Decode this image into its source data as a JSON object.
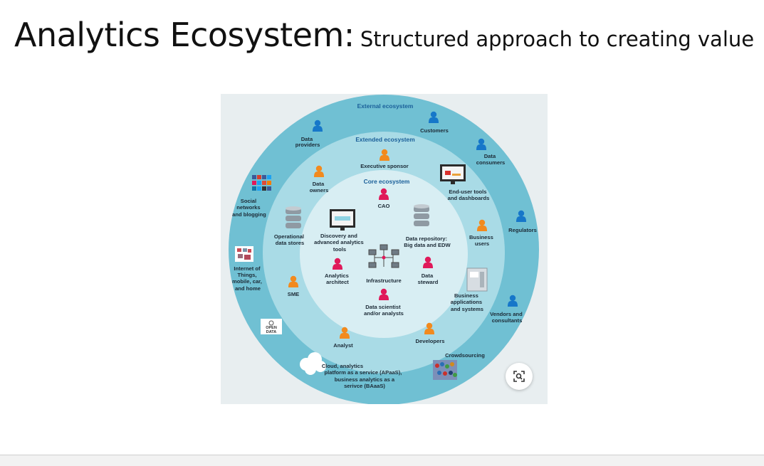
{
  "slide": {
    "title": "Analytics Ecosystem:",
    "subtitle": "Structured approach to creating value"
  },
  "diagram": {
    "rings": {
      "external": "External ecosystem",
      "extended": "Extended ecosystem",
      "core": "Core ecosystem"
    },
    "external_items": {
      "data_providers": [
        "Data",
        "providers"
      ],
      "customers": [
        "Customers"
      ],
      "data_consumers": [
        "Data",
        "consumers"
      ],
      "regulators": [
        "Regulators"
      ],
      "vendors": [
        "Vendors and",
        "consultants"
      ],
      "crowdsourcing": [
        "Crowdsourcing"
      ],
      "cloud": [
        "Cloud, analytics",
        "platform as a service (APaaS),",
        "business analytics as a",
        "serivce (BAaaS)"
      ],
      "open_data": [
        "OPEN",
        "DATA"
      ],
      "iot": [
        "Internet of",
        "Things,",
        "mobile, car,",
        "and home"
      ],
      "social": [
        "Social",
        "networks",
        "and blogging"
      ]
    },
    "extended_items": {
      "executive_sponsor": [
        "Executive sponsor"
      ],
      "end_user_tools": [
        "End-user tools",
        "and dashboards"
      ],
      "business_users": [
        "Business",
        "users"
      ],
      "business_apps": [
        "Business",
        "applications",
        "and systems"
      ],
      "developers": [
        "Developers"
      ],
      "analyst": [
        "Analyst"
      ],
      "sme": [
        "SME"
      ],
      "operational_stores": [
        "Operational",
        "data stores"
      ],
      "data_owners": [
        "Data",
        "owners"
      ]
    },
    "core_items": {
      "cao": [
        "CAO"
      ],
      "discovery_tools": [
        "Discovery and",
        "advanced analytics",
        "tools"
      ],
      "data_repository": [
        "Data repository:",
        "Big data and EDW"
      ],
      "analytics_architect": [
        "Analytics",
        "architect"
      ],
      "infrastructure": [
        "Infrastructure"
      ],
      "data_steward": [
        "Data",
        "steward"
      ],
      "data_scientist": [
        "Data scientist",
        "and/or analysts"
      ]
    },
    "colors": {
      "outer_ring": "#70c0d3",
      "middle_ring": "#a9dbe6",
      "core": "#d8eef3",
      "ring_title": "#1a5f99",
      "external_person": "#1677c9",
      "extended_person": "#f28a1e",
      "core_person": "#e0195a"
    }
  },
  "controls": {
    "zoom_icon": "zoom-search-icon"
  }
}
